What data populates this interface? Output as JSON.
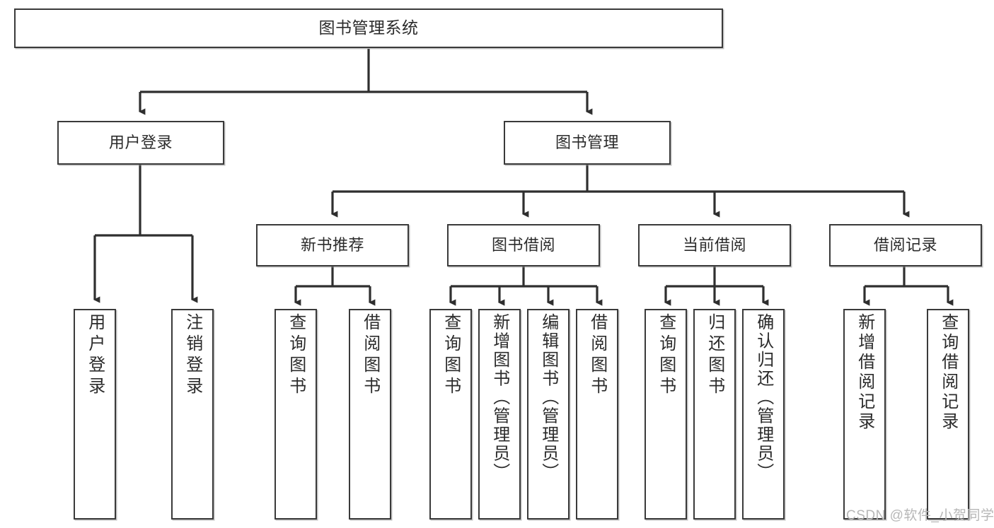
{
  "diagram": {
    "title": "图书管理系统",
    "type": "hierarchy-tree",
    "root": {
      "id": "root",
      "label": "图书管理系统"
    },
    "level2": [
      {
        "id": "user-login",
        "label": "用户登录"
      },
      {
        "id": "book-management",
        "label": "图书管理"
      }
    ],
    "level3": [
      {
        "id": "new-book-recommend",
        "label": "新书推荐"
      },
      {
        "id": "book-borrow",
        "label": "图书借阅"
      },
      {
        "id": "current-borrow",
        "label": "当前借阅"
      },
      {
        "id": "borrow-record",
        "label": "借阅记录"
      }
    ],
    "leaves": [
      {
        "id": "leaf-user-login",
        "label": "用户登录",
        "parent": "user-login"
      },
      {
        "id": "leaf-logout-login",
        "label": "注销登录",
        "parent": "user-login"
      },
      {
        "id": "leaf-query-book-1",
        "label": "查询图书",
        "parent": "new-book-recommend"
      },
      {
        "id": "leaf-borrow-book-1",
        "label": "借阅图书",
        "parent": "new-book-recommend"
      },
      {
        "id": "leaf-query-book-2",
        "label": "查询图书",
        "parent": "book-borrow"
      },
      {
        "id": "leaf-add-book",
        "label": "新增图书（管理员）",
        "parent": "book-borrow"
      },
      {
        "id": "leaf-edit-book",
        "label": "编辑图书（管理员）",
        "parent": "book-borrow"
      },
      {
        "id": "leaf-borrow-book-2",
        "label": "借阅图书",
        "parent": "book-borrow"
      },
      {
        "id": "leaf-query-book-3",
        "label": "查询图书",
        "parent": "current-borrow"
      },
      {
        "id": "leaf-return-book",
        "label": "归还图书",
        "parent": "current-borrow"
      },
      {
        "id": "leaf-confirm-return",
        "label": "确认归还（管理员）",
        "parent": "current-borrow"
      },
      {
        "id": "leaf-add-record",
        "label": "新增借阅记录",
        "parent": "borrow-record"
      },
      {
        "id": "leaf-query-record",
        "label": "查询借阅记录",
        "parent": "borrow-record"
      }
    ]
  },
  "watermark": {
    "text": "CSDN @软件_小贺同学"
  },
  "colors": {
    "box_border": "#3a3a3a",
    "box_fill": "#ffffff",
    "line": "#2f2f2f",
    "text": "#2b2b2b",
    "watermark": "#b7b7b7",
    "background": "#ffffff"
  }
}
